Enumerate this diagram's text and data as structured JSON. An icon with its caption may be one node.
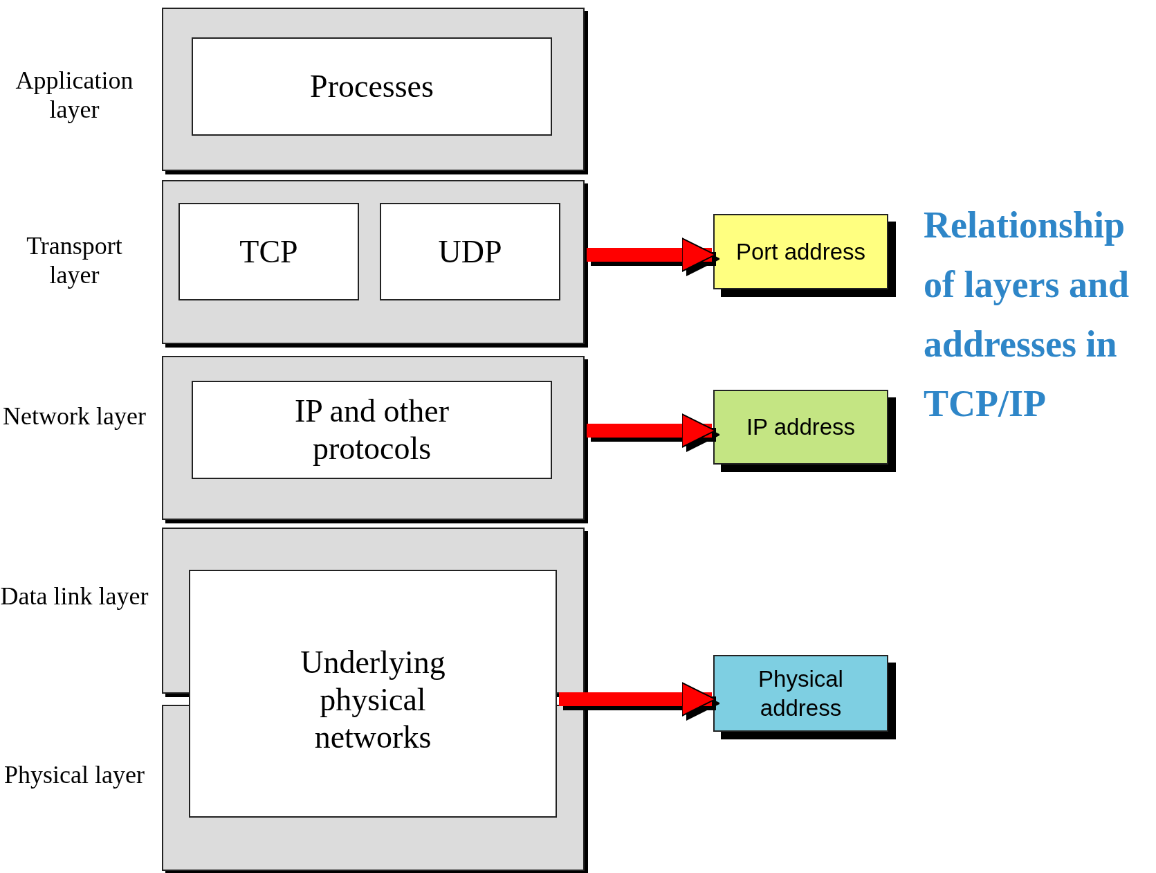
{
  "diagram": {
    "title": "Relationship of layers and addresses in TCP/IP",
    "nodes": [
      {
        "text": [
          "Application layer"
        ]
      },
      {
        "text": [
          "Processes"
        ],
        "in": 0
      },
      {
        "text": [
          "Transport layer"
        ]
      },
      {
        "text": [
          "TCP"
        ],
        "in": 2
      },
      {
        "text": [
          "UDP"
        ],
        "in": 2
      },
      {
        "text": [
          "Network layer"
        ]
      },
      {
        "text": [
          "IP and other protocols"
        ],
        "in": 5
      },
      {
        "text": [
          "Data link layer"
        ]
      },
      {
        "text": [
          "Physical layer"
        ]
      },
      {
        "text": [
          "Underlying physical networks"
        ]
      },
      {
        "text": [
          "Port address"
        ]
      },
      {
        "text": [
          "IP address"
        ]
      },
      {
        "text": [
          "Physical address"
        ]
      }
    ],
    "edges": [
      {
        "from": 2,
        "to": 10,
        "arrow": "to"
      },
      {
        "from": 5,
        "to": 11,
        "arrow": "to"
      },
      {
        "from": 9,
        "to": 12,
        "arrow": "to"
      }
    ]
  }
}
